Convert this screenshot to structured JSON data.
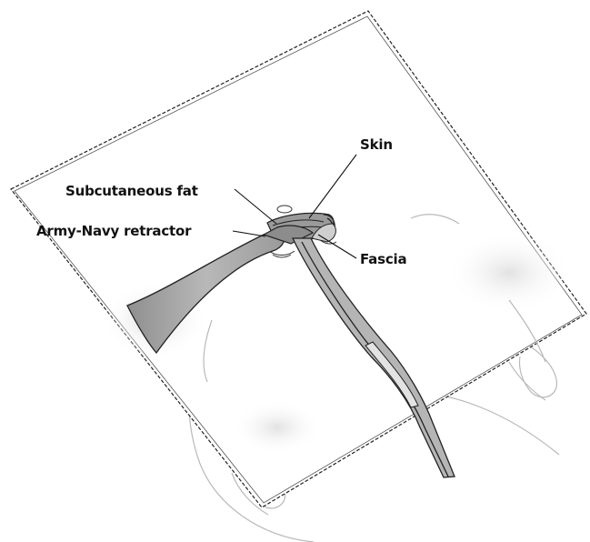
{
  "diagram": {
    "labels": {
      "subcutaneous_fat": "Subcutaneous fat",
      "army_navy_retractor": "Army-Navy retractor",
      "skin": "Skin",
      "fascia": "Fascia"
    },
    "colors": {
      "drape_fill": "#ffffff",
      "drape_shadow": "#ececec",
      "retractor_fill": "#a6a6a6",
      "line_dark": "#222222",
      "line_light": "#b9b9b9"
    },
    "icons": [
      "surgical-drape",
      "patient-outline",
      "army-navy-retractor-illustration",
      "incision-illustration"
    ]
  }
}
